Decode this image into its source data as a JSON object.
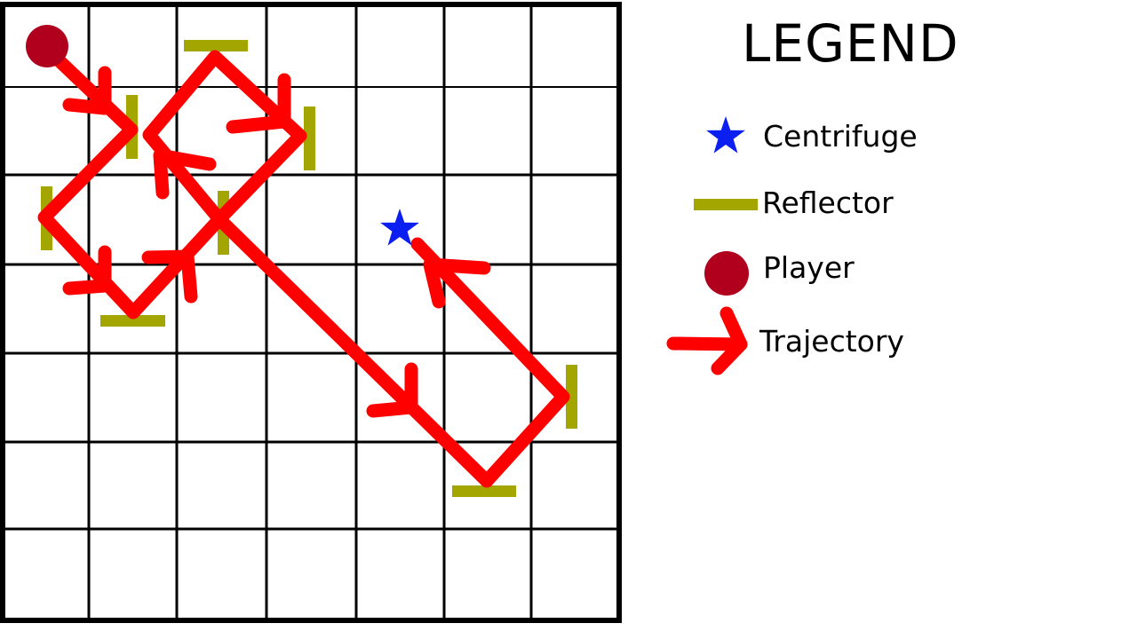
{
  "legend": {
    "title": "LEGEND",
    "items": [
      {
        "icon": "star-icon",
        "label": "Centrifuge",
        "color": "#0a1ff0"
      },
      {
        "icon": "bar-icon",
        "label": "Reflector",
        "color": "#a3a600"
      },
      {
        "icon": "circle-icon",
        "label": "Player",
        "color": "#b0001e"
      },
      {
        "icon": "arrow-icon",
        "label": "Trajectory",
        "color": "#ff0000"
      }
    ]
  },
  "grid": {
    "columns": 7,
    "rows": 7
  },
  "colors": {
    "trajectory": "#ff0000",
    "reflector": "#a3a600",
    "player": "#b0001e",
    "centrifuge": "#0a1ff0",
    "grid": "#000000"
  }
}
